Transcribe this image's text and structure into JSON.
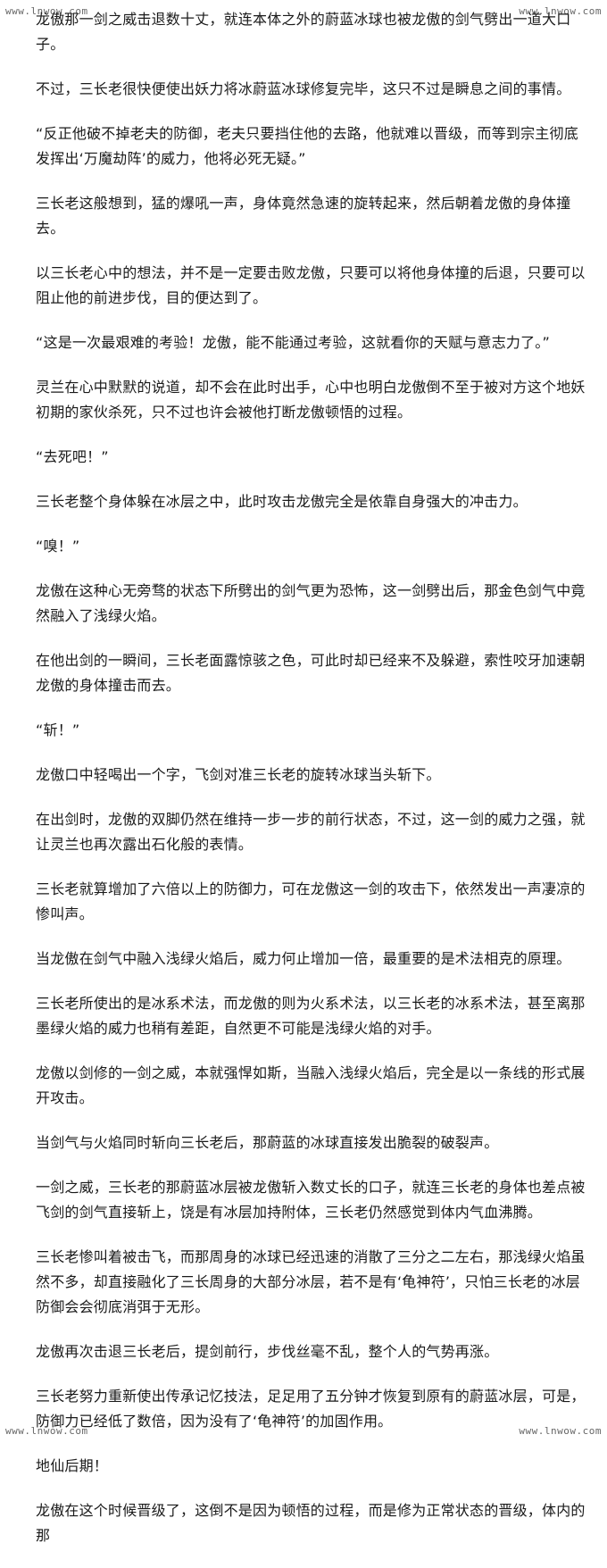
{
  "watermark": "www.lnwow.com",
  "paragraphs": [
    "龙傲那一剑之威击退数十丈，就连本体之外的蔚蓝冰球也被龙傲的剑气劈出一道大口子。",
    "不过，三长老很快便使出妖力将冰蔚蓝冰球修复完毕，这只不过是瞬息之间的事情。",
    "“反正他破不掉老夫的防御，老夫只要挡住他的去路，他就难以晋级，而等到宗主彻底发挥出‘万魔劫阵’的威力，他将必死无疑。”",
    "三长老这般想到，猛的爆吼一声，身体竟然急速的旋转起来，然后朝着龙傲的身体撞去。",
    "以三长老心中的想法，并不是一定要击败龙傲，只要可以将他身体撞的后退，只要可以阻止他的前进步伐，目的便达到了。",
    "“这是一次最艰难的考验！龙傲，能不能通过考验，这就看你的天赋与意志力了。”",
    "灵兰在心中默默的说道，却不会在此时出手，心中也明白龙傲倒不至于被对方这个地妖初期的家伙杀死，只不过也许会被他打断龙傲顿悟的过程。",
    "“去死吧！”",
    "三长老整个身体躲在冰层之中，此时攻击龙傲完全是依靠自身强大的冲击力。",
    "“嗅！”",
    "龙傲在这种心无旁骛的状态下所劈出的剑气更为恐怖，这一剑劈出后，那金色剑气中竟然融入了浅绿火焰。",
    "在他出剑的一瞬间，三长老面露惊骇之色，可此时却已经来不及躲避，索性咬牙加速朝龙傲的身体撞击而去。",
    "“斩！”",
    "龙傲口中轻喝出一个字，飞剑对准三长老的旋转冰球当头斩下。",
    "在出剑时，龙傲的双脚仍然在维持一步一步的前行状态，不过，这一剑的威力之强，就让灵兰也再次露出石化般的表情。",
    "三长老就算增加了六倍以上的防御力，可在龙傲这一剑的攻击下，依然发出一声凄凉的惨叫声。",
    "当龙傲在剑气中融入浅绿火焰后，威力何止增加一倍，最重要的是术法相克的原理。",
    "三长老所使出的是冰系术法，而龙傲的则为火系术法，以三长老的冰系术法，甚至离那墨绿火焰的威力也稍有差距，自然更不可能是浅绿火焰的对手。",
    "龙傲以剑修的一剑之威，本就强悍如斯，当融入浅绿火焰后，完全是以一条线的形式展开攻击。",
    "当剑气与火焰同时斩向三长老后，那蔚蓝的冰球直接发出脆裂的破裂声。",
    "一剑之威，三长老的那蔚蓝冰层被龙傲斩入数丈长的口子，就连三长老的身体也差点被飞剑的剑气直接斩上，饶是有冰层加持附体，三长老仍然感觉到体内气血沸腾。",
    "三长老惨叫着被击飞，而那周身的冰球已经迅速的消散了三分之二左右，那浅绿火焰虽然不多，却直接融化了三长周身的大部分冰层，若不是有‘龟神符’，只怕三长老的冰层防御会会彻底消弭于无形。",
    "龙傲再次击退三长老后，提剑前行，步伐丝毫不乱，整个人的气势再涨。",
    "三长老努力重新使出传承记忆技法，足足用了五分钟才恢复到原有的蔚蓝冰层，可是，防御力已经低了数倍，因为没有了‘龟神符’的加固作用。",
    "地仙后期！",
    "龙傲在这个时候晋级了，这倒不是因为顿悟的过程，而是修为正常状态的晋级，体内的那"
  ]
}
